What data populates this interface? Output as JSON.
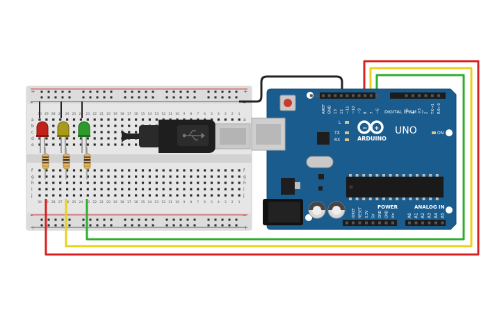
{
  "arduino": {
    "brand": "ARDUINO",
    "model": "UNO",
    "digital_label": "DIGITAL (PWM ~)",
    "power_label": "POWER",
    "analog_label": "ANALOG IN",
    "on_label": "ON",
    "l_label": "L",
    "tx_label": "TX",
    "rx_label": "RX",
    "digital_pins": [
      "AREF",
      "GND",
      "13",
      "12",
      "~11",
      "~10",
      "~9",
      "8",
      "7",
      "~6",
      "~5",
      "4",
      "~3",
      "2",
      "TX→1",
      "RX←0"
    ],
    "power_pins": [
      "IOREF",
      "RESET",
      "3.3V",
      "5V",
      "GND",
      "GND",
      "Vin"
    ],
    "analog_pins": [
      "A0",
      "A1",
      "A2",
      "A3",
      "A4",
      "A5"
    ]
  },
  "breadboard": {
    "row_letters_top": [
      "a",
      "b",
      "c",
      "d",
      "e"
    ],
    "row_letters_bottom": [
      "f",
      "g",
      "h",
      "i",
      "j"
    ],
    "col_numbers": [
      "30",
      "29",
      "28",
      "27",
      "26",
      "25",
      "24",
      "23",
      "22",
      "21",
      "20",
      "19",
      "18",
      "17",
      "16",
      "15",
      "14",
      "13",
      "12",
      "11",
      "10",
      "9",
      "8",
      "7",
      "6",
      "5",
      "4",
      "3",
      "2",
      "1"
    ],
    "plus": "+",
    "minus": "-"
  },
  "leds": [
    {
      "name": "red-led",
      "color": "#c0221b"
    },
    {
      "name": "yellow-led",
      "color": "#a89a1c"
    },
    {
      "name": "green-led",
      "color": "#2e9a2b"
    }
  ],
  "wires": [
    {
      "name": "red-wire",
      "color": "#d82020"
    },
    {
      "name": "yellow-wire",
      "color": "#e8d21e"
    },
    {
      "name": "green-wire",
      "color": "#2fae2c"
    },
    {
      "name": "black-wire",
      "color": "#222222"
    }
  ],
  "colors": {
    "board_blue": "#1a5c8e",
    "board_dark": "#134a74",
    "breadboard": "#e8e8e8"
  }
}
